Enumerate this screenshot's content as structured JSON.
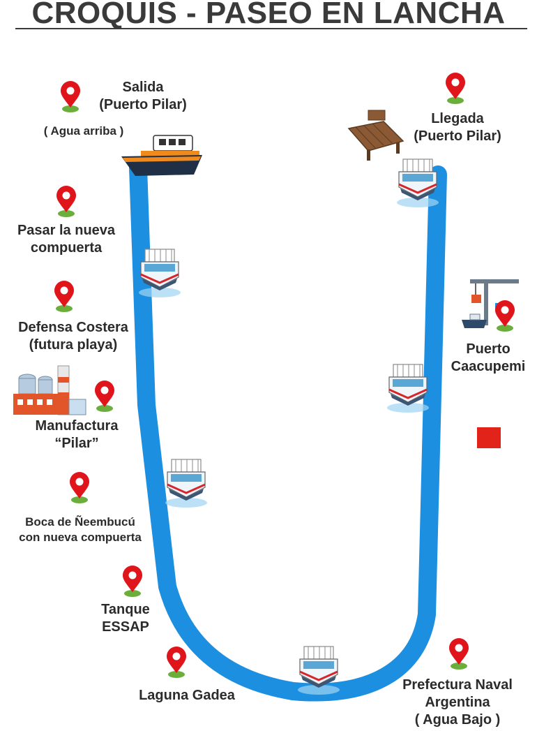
{
  "title": "CROQUIS - PASEO EN LANCHA",
  "colors": {
    "river": "#1d8fe0",
    "pin": "#e0141b",
    "pin_base": "#6cae3c",
    "text": "#2b2b2b"
  },
  "stops": {
    "salida": {
      "line1": "Salida",
      "line2": "(Puerto Pilar)",
      "note": "( Agua arriba )"
    },
    "compuerta": {
      "line1": "Pasar la nueva",
      "line2": "compuerta"
    },
    "defensa": {
      "line1": "Defensa Costera",
      "line2": "(futura playa)"
    },
    "manufactura": {
      "line1": "Manufactura",
      "line2": "“Pilar”"
    },
    "boca": {
      "line1": "Boca de Ñeembucú",
      "line2": "con nueva compuerta"
    },
    "tanque": {
      "line1": "Tanque",
      "line2": "ESSAP"
    },
    "laguna": {
      "line1": "Laguna Gadea"
    },
    "prefectura": {
      "line1": "Prefectura Naval",
      "line2": "Argentina",
      "line3": "( Agua Bajo )"
    },
    "caacupemi": {
      "line1": "Puerto",
      "line2": "Caacupemi"
    },
    "llegada": {
      "line1": "Llegada",
      "line2": "(Puerto Pilar)"
    }
  },
  "icons": [
    "map-pin-icon",
    "boat-icon",
    "dock-icon",
    "factory-icon",
    "port-crane-icon"
  ]
}
